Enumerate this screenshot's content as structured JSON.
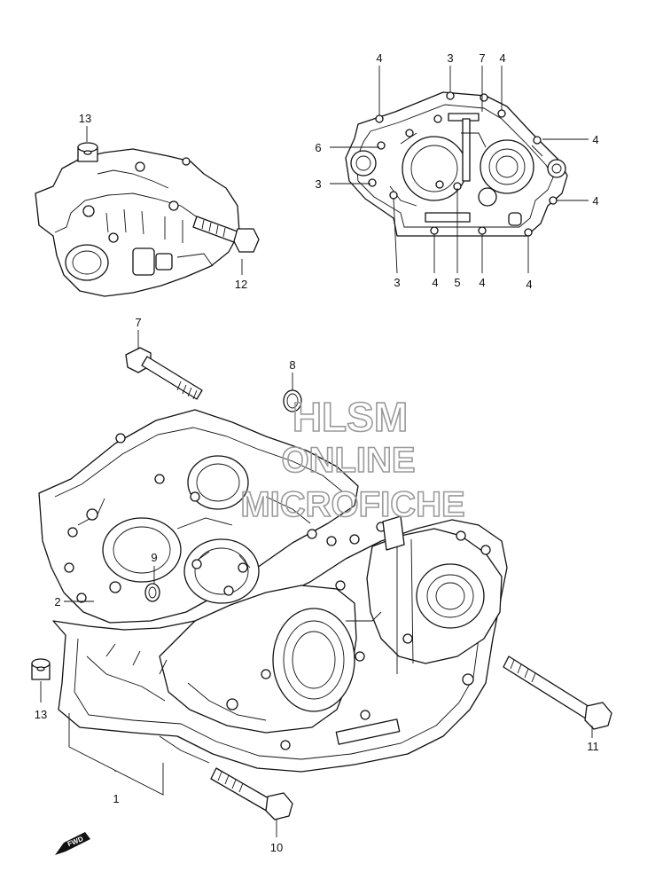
{
  "watermark": {
    "line1": "HLSM",
    "line2": "ONLINE",
    "line3": "MICROFICHE"
  },
  "direction_badge": {
    "label": "FWD"
  },
  "callouts": {
    "c1": "1",
    "c2": "2",
    "c3a": "3",
    "c3b": "3",
    "c3c": "3",
    "c4a": "4",
    "c4b": "4",
    "c4c": "4",
    "c4d": "4",
    "c4e": "4",
    "c4f": "4",
    "c5": "5",
    "c6": "6",
    "c7a": "7",
    "c7b": "7",
    "c8": "8",
    "c9": "9",
    "c10": "10",
    "c11": "11",
    "c12": "12",
    "c13a": "13",
    "c13b": "13"
  }
}
